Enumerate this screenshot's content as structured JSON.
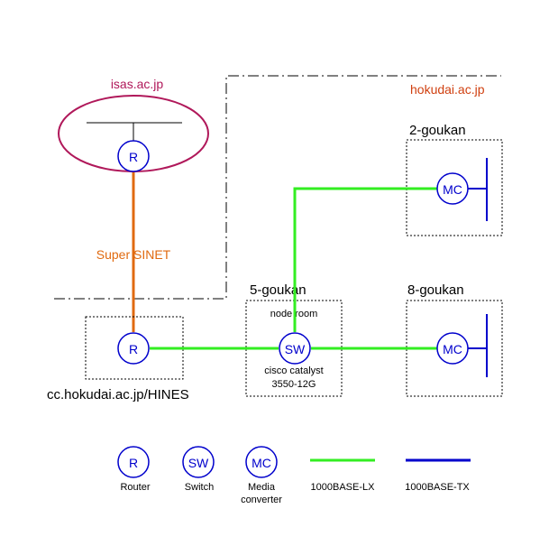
{
  "domains": {
    "isas": {
      "label": "isas.ac.jp",
      "color": "#b0185a"
    },
    "hokudai": {
      "label": "hokudai.ac.jp",
      "color": "#d04010"
    }
  },
  "link_label": {
    "text": "Super SINET",
    "color": "#e06a10"
  },
  "buildings": {
    "goukan2": {
      "label": "2-goukan"
    },
    "goukan5": {
      "label": "5-goukan",
      "room": "node room",
      "device_line1": "cisco catalyst",
      "device_line2": "3550-12G"
    },
    "goukan8": {
      "label": "8-goukan"
    },
    "cc": {
      "label": "cc.hokudai.ac.jp/HINES"
    }
  },
  "nodes": {
    "router_isas": "R",
    "router_cc": "R",
    "switch_5": "SW",
    "mc_2": "MC",
    "mc_8": "MC"
  },
  "legend": {
    "router": {
      "symbol": "R",
      "label": "Router"
    },
    "switch": {
      "symbol": "SW",
      "label": "Switch"
    },
    "mc": {
      "symbol": "MC",
      "label_line1": "Media",
      "label_line2": "converter"
    },
    "lx": {
      "label": "1000BASE-LX",
      "color": "#33ee22"
    },
    "tx": {
      "label": "1000BASE-TX",
      "color": "#0000cc"
    }
  }
}
